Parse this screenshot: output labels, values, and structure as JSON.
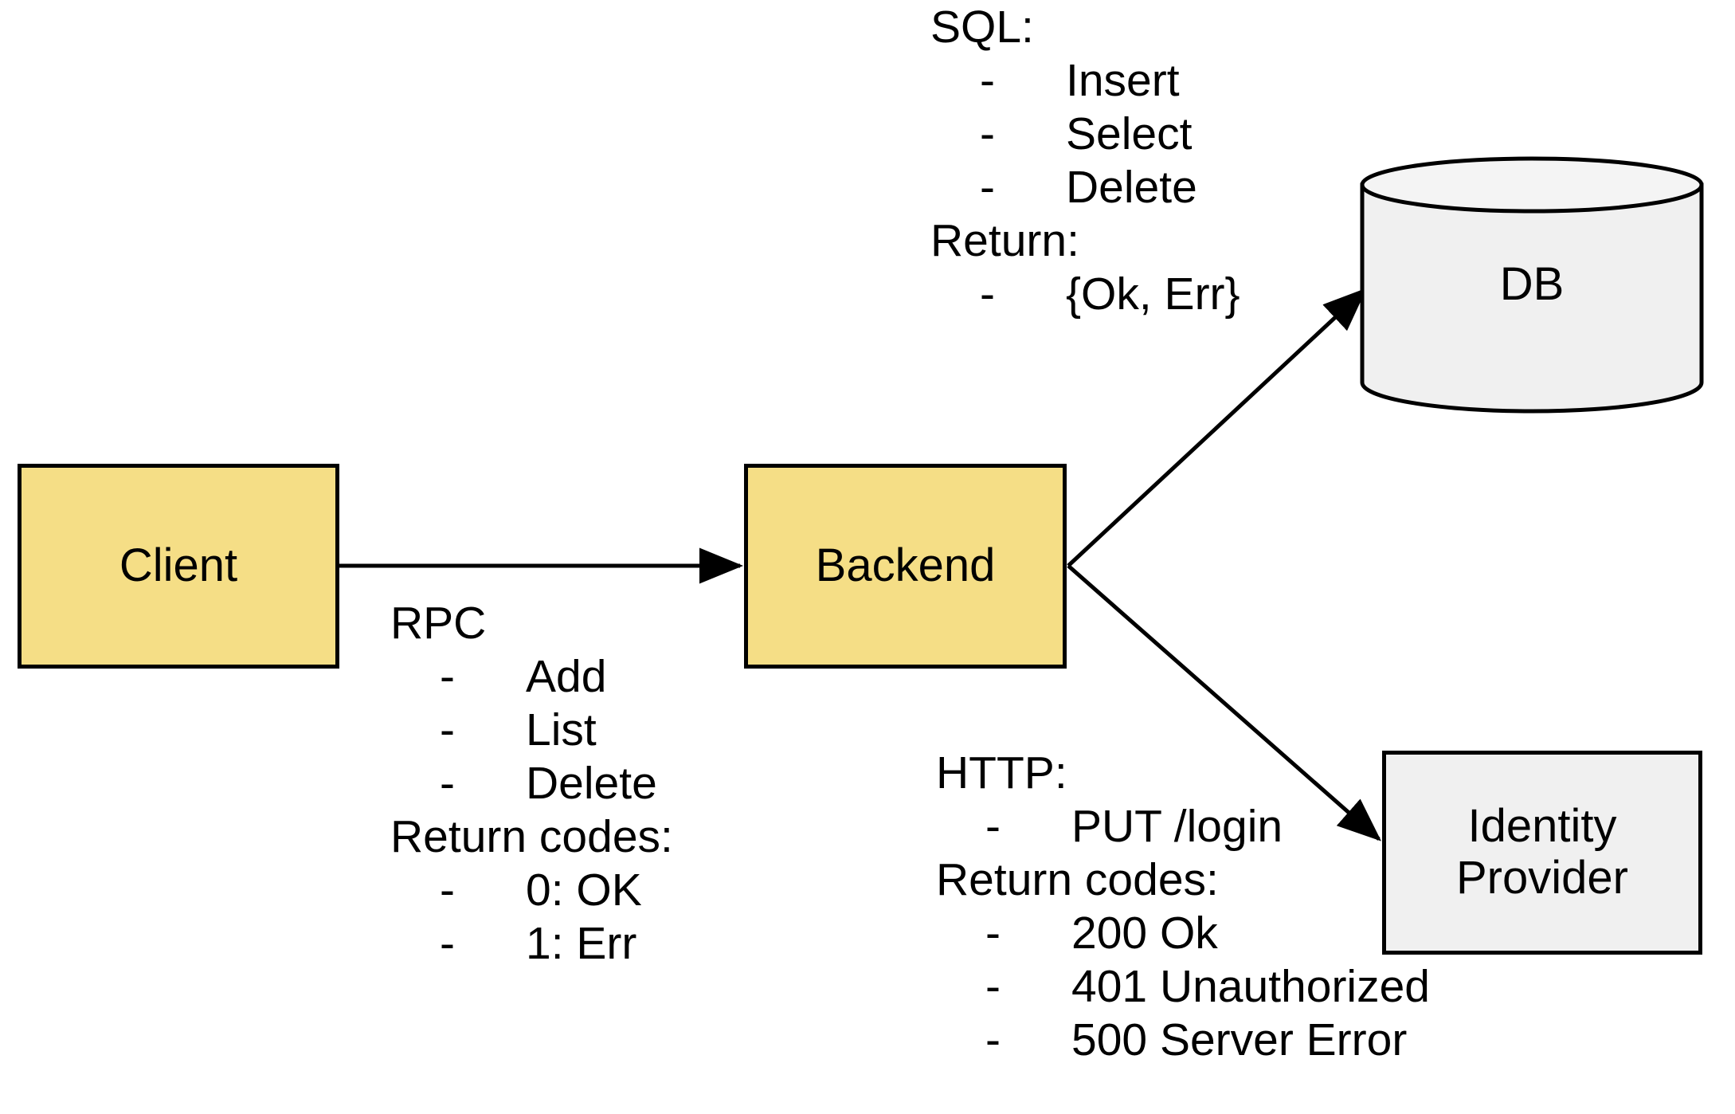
{
  "diagram": {
    "title": "Client / Backend / DB / Identity Provider architecture",
    "background": "#ffffff",
    "colors": {
      "service_fill": "#F5DE86",
      "store_fill": "#F0F0F0",
      "stroke": "#000000",
      "text": "#000000"
    }
  },
  "nodes": {
    "client": {
      "label": "Client",
      "shape": "rectangle",
      "fill": "#F5DE86"
    },
    "backend": {
      "label": "Backend",
      "shape": "rectangle",
      "fill": "#F5DE86"
    },
    "db": {
      "label": "DB",
      "shape": "cylinder",
      "fill": "#F0F0F0"
    },
    "identity_provider": {
      "label": "Identity\nProvider",
      "shape": "rectangle",
      "fill": "#F0F0F0"
    }
  },
  "edges": [
    {
      "name": "client-to-backend",
      "from": "client",
      "to": "backend",
      "style": "solid",
      "arrowhead": "filled"
    },
    {
      "name": "backend-to-db",
      "from": "backend",
      "to": "db",
      "style": "solid",
      "arrowhead": "filled"
    },
    {
      "name": "backend-to-identity-provider",
      "from": "backend",
      "to": "identity_provider",
      "style": "solid",
      "arrowhead": "filled"
    }
  ],
  "annotations": {
    "sql": {
      "header": "SQL:",
      "items": [
        "Insert",
        "Select",
        "Delete"
      ],
      "return_header": "Return:",
      "return_items": [
        "{Ok, Err}"
      ],
      "dash": "-"
    },
    "rpc": {
      "header": "RPC",
      "items": [
        "Add",
        "List",
        "Delete"
      ],
      "return_header": "Return codes:",
      "return_items": [
        "0: OK",
        "1: Err"
      ],
      "dash": "-"
    },
    "http": {
      "header": "HTTP:",
      "items": [
        "PUT /login"
      ],
      "return_header": "Return codes:",
      "return_items": [
        "200 Ok",
        "401 Unauthorized",
        "500 Server Error"
      ],
      "dash": "-"
    }
  }
}
